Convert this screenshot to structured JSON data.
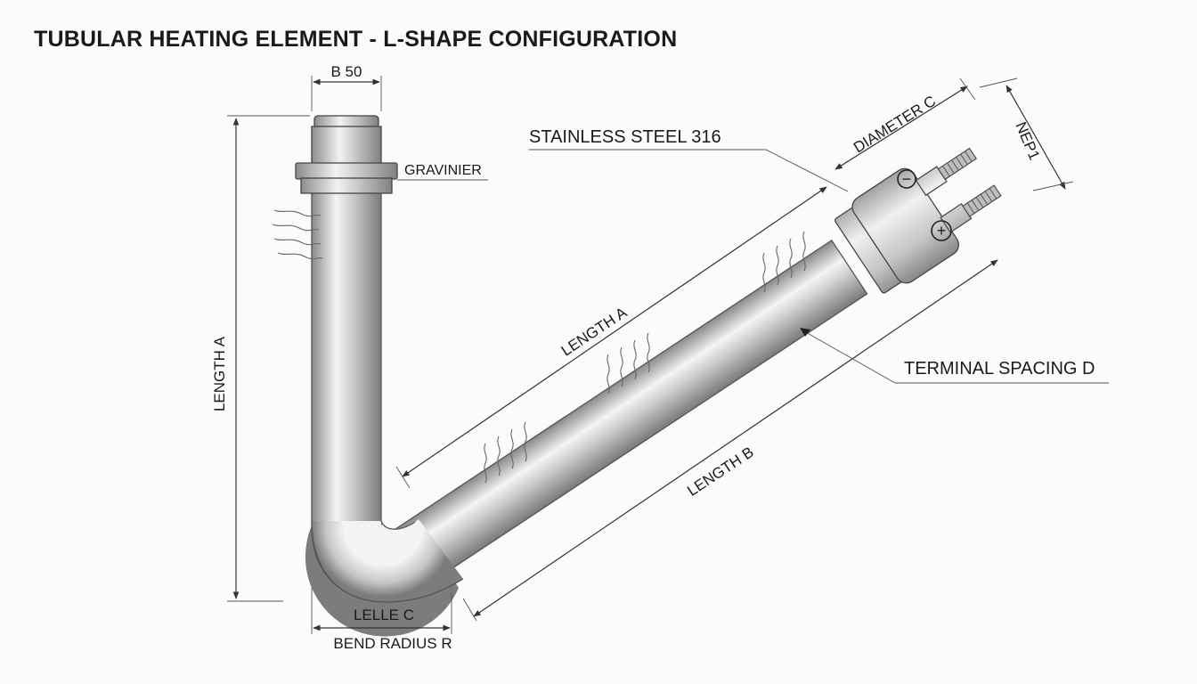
{
  "title": "TUBULAR HEATING ELEMENT - L-SHAPE CONFIGURATION",
  "labels": {
    "b50": "B 50",
    "gravinier": "GRAVINIER",
    "stainless": "STAINLESS STEEL 316",
    "diameter_c": "DIAMETER C",
    "nep1": "NEP1",
    "length_a_vertical": "LENGTH A",
    "length_a_diagonal": "LENGTH A",
    "terminal_spacing": "TERMINAL SPACING D",
    "length_b": "LENGTH B",
    "lelle_c": "LELLE C",
    "bend_radius": "BEND RADIUS R",
    "minus": "−",
    "plus": "+"
  },
  "colors": {
    "tube_dark": "#8e8e8e",
    "tube_light": "#f2f2f2",
    "ink": "#1a1a1a"
  },
  "icons": [
    "heat-wave-icon",
    "minus-terminal-icon",
    "plus-terminal-icon"
  ]
}
